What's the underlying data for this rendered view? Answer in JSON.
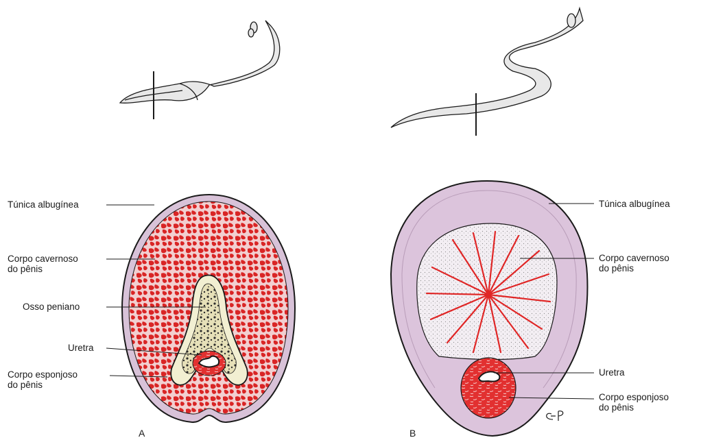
{
  "panel_a": {
    "letter": "A",
    "labels": {
      "tunica": "Túnica albugínea",
      "cavernoso": [
        "Corpo cavernoso",
        "do pênis"
      ],
      "osso": "Osso peniano",
      "uretra": "Uretra",
      "esponjoso": [
        "Corpo esponjoso",
        "do pênis"
      ]
    }
  },
  "panel_b": {
    "letter": "B",
    "labels": {
      "tunica": "Túnica albugínea",
      "cavernoso": [
        "Corpo cavernoso",
        "do pênis"
      ],
      "uretra": "Uretra",
      "esponjoso": [
        "Corpo esponjoso",
        "do pênis"
      ]
    },
    "signature": "EP"
  },
  "colors": {
    "tissue_red": "#d92525",
    "tunica_pink": "#dcc4dc",
    "bone_cream": "#efeccb",
    "outline": "#1a1a1a"
  }
}
